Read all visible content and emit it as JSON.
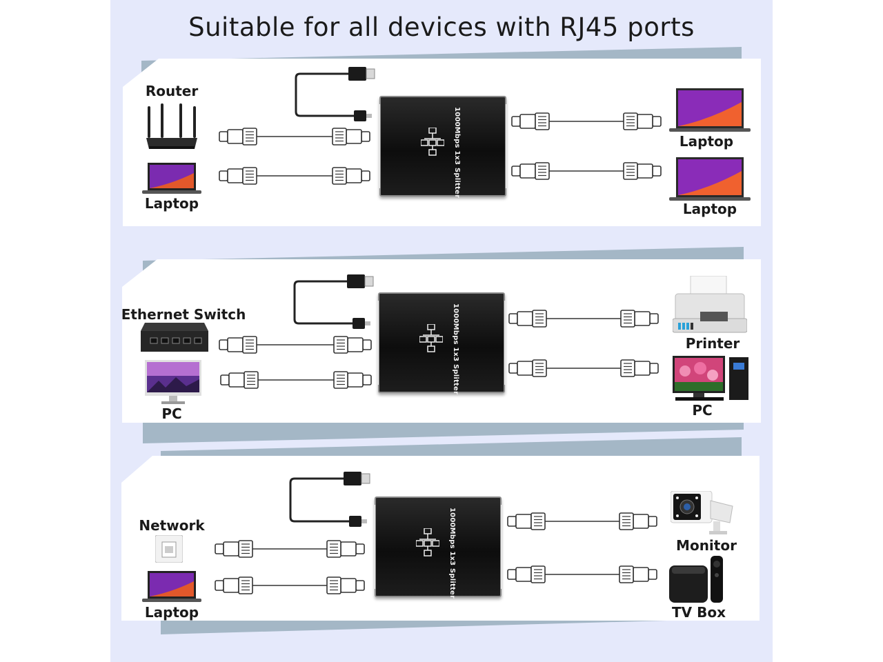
{
  "title": "Suitable for all devices with RJ45 ports",
  "splitter_label": "1000Mbps 1x3 Splitter",
  "panels": [
    {
      "left_devices": [
        {
          "label": "Router",
          "icon": "router-icon"
        },
        {
          "label": "Laptop",
          "icon": "laptop-icon"
        }
      ],
      "right_devices": [
        {
          "label": "Laptop",
          "icon": "laptop-icon"
        },
        {
          "label": "Laptop",
          "icon": "laptop-icon"
        }
      ]
    },
    {
      "left_devices": [
        {
          "label": "Ethernet Switch",
          "icon": "ethernet-switch-icon"
        },
        {
          "label": "PC",
          "icon": "monitor-icon"
        }
      ],
      "right_devices": [
        {
          "label": "Printer",
          "icon": "printer-icon"
        },
        {
          "label": "PC",
          "icon": "desktop-pc-icon"
        }
      ]
    },
    {
      "left_devices": [
        {
          "label": "Network",
          "icon": "wall-socket-icon"
        },
        {
          "label": "Laptop",
          "icon": "laptop-icon"
        }
      ],
      "right_devices": [
        {
          "label": "Monitor",
          "icon": "security-camera-icon"
        },
        {
          "label": "TV Box",
          "icon": "tv-box-icon"
        }
      ]
    }
  ],
  "colors": {
    "background": "#e5e9fb",
    "panel": "#ffffff",
    "shadow": "#a4b7c6",
    "splitter": "#111111",
    "cable": "#333333"
  }
}
